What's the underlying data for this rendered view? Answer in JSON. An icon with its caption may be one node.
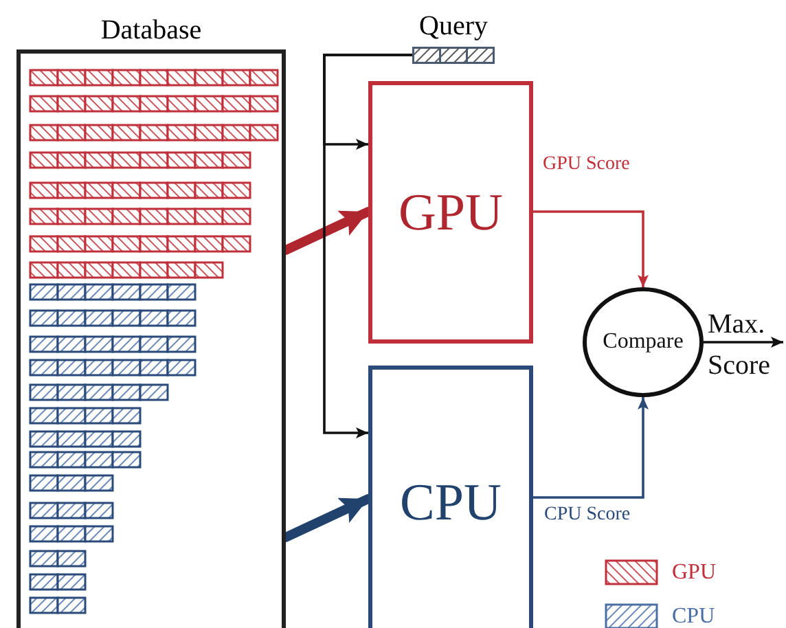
{
  "diagram": {
    "nodes": [
      {
        "text": [
          "Database"
        ]
      },
      {
        "text": [
          "Query"
        ]
      },
      {
        "text": [
          "GPU"
        ]
      },
      {
        "text": [
          "CPU"
        ]
      },
      {
        "text": [
          "Compare"
        ]
      }
    ],
    "edges": [
      {
        "from": 0,
        "to": 2,
        "arrow": "to",
        "style": "thick",
        "color": "#b0262e"
      },
      {
        "from": 0,
        "to": 3,
        "arrow": "to",
        "style": "thick",
        "color": "#22426e"
      },
      {
        "from": 1,
        "to": 2,
        "arrow": "to"
      },
      {
        "from": 1,
        "to": 3,
        "arrow": "to"
      },
      {
        "from": 2,
        "to": 4,
        "arrow": "to",
        "label": "GPU Score",
        "color": "#c0303a"
      },
      {
        "from": 3,
        "to": 4,
        "arrow": "to",
        "label": "CPU Score",
        "color": "#2a4a7a"
      },
      {
        "from": 4,
        "to": null,
        "arrow": "to",
        "label": "Max. Score"
      }
    ],
    "legend": [
      {
        "text": "GPU",
        "color": "#c0303a"
      },
      {
        "text": "CPU",
        "color": "#4a6fa5"
      }
    ]
  }
}
